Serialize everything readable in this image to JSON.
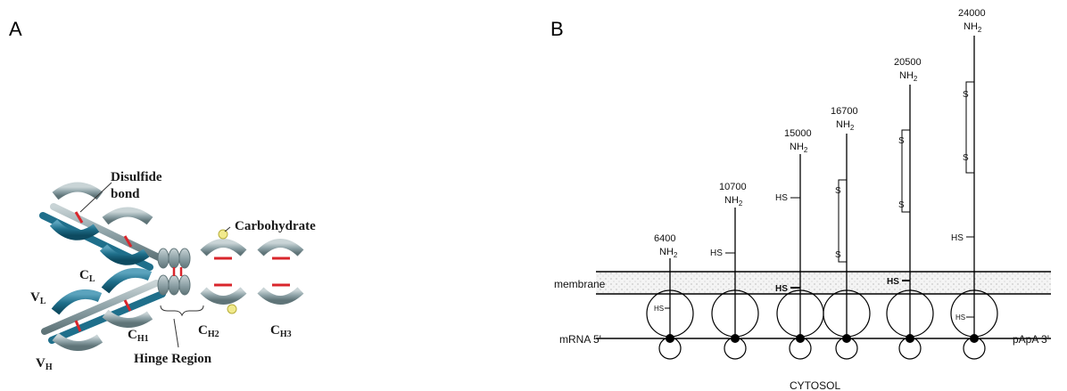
{
  "panel_a": {
    "label": "A",
    "disulfide_line1": "Disulfide",
    "disulfide_line2": "bond",
    "carbohydrate": "Carbohydrate",
    "cl": {
      "main": "C",
      "sub": "L"
    },
    "vl": {
      "main": "V",
      "sub": "L"
    },
    "vh": {
      "main": "V",
      "sub": "H"
    },
    "ch1": {
      "main": "C",
      "sub": "H1"
    },
    "ch2": {
      "main": "C",
      "sub": "H2"
    },
    "ch3": {
      "main": "C",
      "sub": "H3"
    },
    "hinge": "Hinge Region",
    "colors": {
      "teal": "#1f6f8b",
      "gray": "#8fa3a8",
      "disulfide": "#d9262c",
      "carb": "#f1ea8c"
    }
  },
  "panel_b": {
    "label": "B",
    "membrane": "membrane",
    "mrna": "mRNA 5'",
    "papa": "pApA 3'",
    "cytosol": "CYTOSOL",
    "chains": [
      {
        "mass": "6400",
        "nh2": "NH",
        "sub": "2"
      },
      {
        "mass": "10700",
        "nh2": "NH",
        "sub": "2",
        "hs": "HS"
      },
      {
        "mass": "15000",
        "nh2": "NH",
        "sub": "2",
        "hs": "HS",
        "hs2": "HS"
      },
      {
        "mass": "16700",
        "nh2": "NH",
        "sub": "2",
        "s1": "S",
        "s2": "S"
      },
      {
        "mass": "20500",
        "nh2": "NH",
        "sub": "2",
        "s1": "S",
        "s2": "S",
        "hs2": "HS"
      },
      {
        "mass": "24000",
        "nh2": "NH",
        "sub": "2",
        "s1": "S",
        "s2": "S",
        "hs": "HS",
        "hs3": "HS"
      }
    ],
    "ribosome_hs": "HS"
  }
}
